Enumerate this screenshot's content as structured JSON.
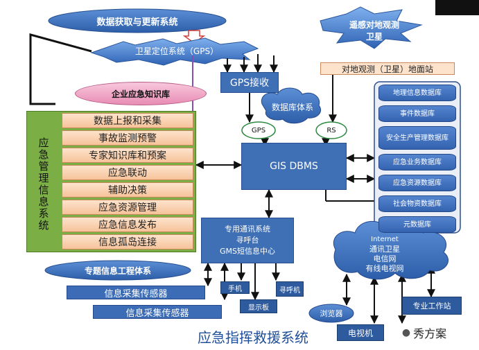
{
  "header": {
    "data_update": "数据获取与更新系统",
    "gps_system": "卫星定位系统（GPS）"
  },
  "remote_sensing": {
    "satellite": "遥感对地观测卫星",
    "ground_station": "对地观测（卫星）地面站"
  },
  "gps_receive": "GPS接收",
  "knowledge_base": "企业应急知识库",
  "left_panel": {
    "title": "应急管理信息系统",
    "items": [
      "数据上报和采集",
      "事故监测预警",
      "专家知识库和预案",
      "应急联动",
      "辅助决策",
      "应急资源管理",
      "应急信息发布",
      "信息孤岛连接"
    ]
  },
  "db_system": "数据库体系",
  "gps_label": "GPS",
  "rs_label": "RS",
  "gis": "GIS DBMS",
  "databases": [
    "地理信息数据库",
    "事件数据库",
    "安全生产管理数据库",
    "应急业务数据库",
    "应急资源数据库",
    "社会物资数据库",
    "元数据库"
  ],
  "comm": {
    "title": "专用通讯系统",
    "pager_platform": "寻呼台",
    "sms": "GMS短信息中心"
  },
  "devices": {
    "phone": "手机",
    "pager": "寻呼机",
    "display": "显示板"
  },
  "internet": {
    "title": "Internet",
    "lines": [
      "通讯卫星",
      "电信网",
      "有线电视网"
    ]
  },
  "clients": {
    "browser": "浏览器",
    "workstation": "专业工作站",
    "tv": "电视机"
  },
  "special_info": "专题信息工程体系",
  "sensors": [
    "信息采集传感器",
    "信息采集传感器"
  ],
  "footer_title": "应急指挥救援系统",
  "watermark": "秀方案"
}
